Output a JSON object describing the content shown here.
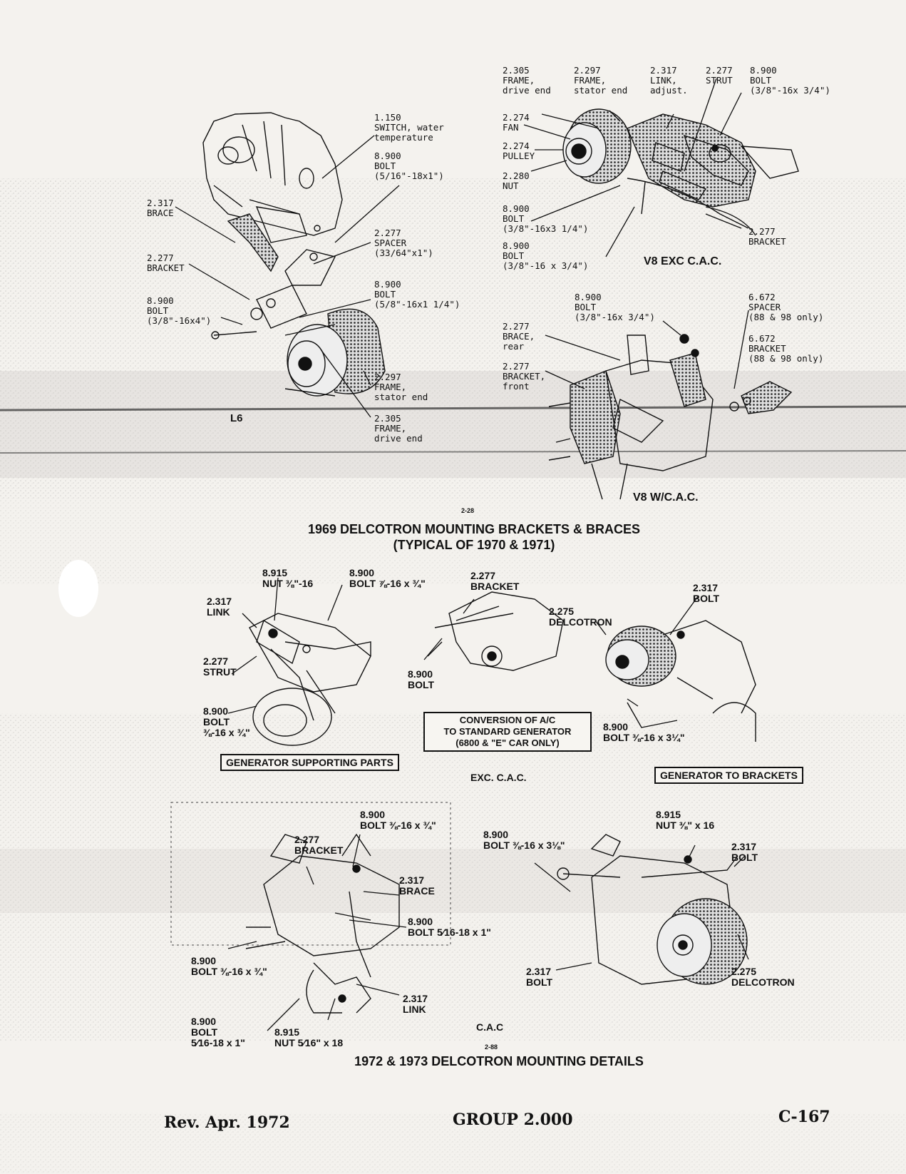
{
  "callouts_1969": [
    {
      "id": "c1150",
      "lines": [
        "1.150",
        "SWITCH, water",
        "temperature"
      ]
    },
    {
      "id": "c8900a",
      "lines": [
        "8.900",
        "BOLT",
        "(5/16\"-18x1\")"
      ]
    },
    {
      "id": "c2317brace",
      "lines": [
        "2.317",
        "BRACE"
      ]
    },
    {
      "id": "c2277spacer",
      "lines": [
        "2.277",
        "SPACER",
        "(33/64\"x1\")"
      ]
    },
    {
      "id": "c2277bracket",
      "lines": [
        "2.277",
        "BRACKET"
      ]
    },
    {
      "id": "c8900b",
      "lines": [
        "8.900",
        "BOLT",
        "(5/8\"-16x1 1/4\")"
      ]
    },
    {
      "id": "c8900c",
      "lines": [
        "8.900",
        "BOLT",
        "(3/8\"-16x4\")"
      ]
    },
    {
      "id": "c2297l",
      "lines": [
        "2.297",
        "FRAME,",
        "stator end"
      ]
    },
    {
      "id": "c2305l",
      "lines": [
        "2.305",
        "FRAME,",
        "drive end"
      ]
    },
    {
      "id": "v2305",
      "lines": [
        "2.305",
        "FRAME,",
        "drive end"
      ]
    },
    {
      "id": "v2297",
      "lines": [
        "2.297",
        "FRAME,",
        "stator end"
      ]
    },
    {
      "id": "v2317",
      "lines": [
        "2.317",
        "LINK,",
        "adjust."
      ]
    },
    {
      "id": "v2277strut",
      "lines": [
        "2.277",
        "STRUT"
      ]
    },
    {
      "id": "v8900top",
      "lines": [
        "8.900",
        "BOLT",
        "(3/8\"-16x 3/4\")"
      ]
    },
    {
      "id": "v2274fan",
      "lines": [
        "2.274",
        "FAN"
      ]
    },
    {
      "id": "v2274pul",
      "lines": [
        "2.274",
        "PULLEY"
      ]
    },
    {
      "id": "v2280",
      "lines": [
        "2.280",
        "NUT"
      ]
    },
    {
      "id": "v8900b1",
      "lines": [
        "8.900",
        "BOLT",
        "(3/8\"-16x3 1/4\")"
      ]
    },
    {
      "id": "v8900b2",
      "lines": [
        "8.900",
        "BOLT",
        "(3/8\"-16 x 3/4\")"
      ]
    },
    {
      "id": "v2277br",
      "lines": [
        "2.277",
        "BRACKET"
      ]
    },
    {
      "id": "w8900",
      "lines": [
        "8.900",
        "BOLT",
        "(3/8\"-16x 3/4\")"
      ]
    },
    {
      "id": "w6672sp",
      "lines": [
        "6.672",
        "SPACER",
        "(88 & 98 only)"
      ]
    },
    {
      "id": "w6672br",
      "lines": [
        "6.672",
        "BRACKET",
        "(88 & 98 only)"
      ]
    },
    {
      "id": "w2277brace",
      "lines": [
        "2.277",
        "BRACE,",
        "rear"
      ]
    },
    {
      "id": "w2277brk",
      "lines": [
        "2.277",
        "BRACKET,",
        "front"
      ]
    }
  ],
  "labels_1969": {
    "l6": "L6",
    "v8exc": "V8 EXC C.A.C.",
    "v8w": "V8 W/C.A.C."
  },
  "code_1969": "2-28",
  "title_1969": [
    "1969 DELCOTRON MOUNTING BRACKETS & BRACES",
    "(TYPICAL OF 1970 & 1971)"
  ],
  "callouts_1972": [
    {
      "id": "g8915",
      "lines": [
        "8.915",
        "NUT ⅜\"-16"
      ]
    },
    {
      "id": "g8900top",
      "lines": [
        "8.900",
        "BOLT ⅞-16 x ¾\""
      ]
    },
    {
      "id": "g2317link",
      "lines": [
        "2.317",
        "LINK"
      ]
    },
    {
      "id": "g2277strut",
      "lines": [
        "2.277",
        "STRUT"
      ]
    },
    {
      "id": "g8900bolt",
      "lines": [
        "8.900",
        "BOLT",
        "⅜-16 x ¾\""
      ]
    },
    {
      "id": "k2277",
      "lines": [
        "2.277",
        "BRACKET"
      ]
    },
    {
      "id": "k8900",
      "lines": [
        "8.900",
        "BOLT"
      ]
    },
    {
      "id": "b2275",
      "lines": [
        "2.275",
        "DELCOTRON"
      ]
    },
    {
      "id": "b2317",
      "lines": [
        "2.317",
        "BOLT"
      ]
    },
    {
      "id": "b8900",
      "lines": [
        "8.900",
        "BOLT ⅜-16 x 3¼\""
      ]
    },
    {
      "id": "e8900top",
      "lines": [
        "8.900",
        "BOLT ⅜-16 x ¾\""
      ]
    },
    {
      "id": "e2277",
      "lines": [
        "2.277",
        "BRACKET"
      ]
    },
    {
      "id": "e2317brace",
      "lines": [
        "2.317",
        "BRACE"
      ]
    },
    {
      "id": "e8900mid",
      "lines": [
        "8.900",
        "BOLT 5⁄16-18 x 1\""
      ]
    },
    {
      "id": "e8900left",
      "lines": [
        "8.900",
        "BOLT ⅜-16 x ¾\""
      ]
    },
    {
      "id": "e2317link",
      "lines": [
        "2.317",
        "LINK"
      ]
    },
    {
      "id": "e8900bot",
      "lines": [
        "8.900",
        "BOLT",
        "5⁄16-18 x 1\""
      ]
    },
    {
      "id": "e8915",
      "lines": [
        "8.915",
        "NUT 5⁄16\" x 18"
      ]
    },
    {
      "id": "c8900",
      "lines": [
        "8.900",
        "BOLT ⅜-16 x 3⅛\""
      ]
    },
    {
      "id": "c8915",
      "lines": [
        "8.915",
        "NUT ⅜\" x 16"
      ]
    },
    {
      "id": "c2317bolt",
      "lines": [
        "2.317",
        "BOLT"
      ]
    },
    {
      "id": "c2317low",
      "lines": [
        "2.317",
        "BOLT"
      ]
    },
    {
      "id": "c2275",
      "lines": [
        "2.275",
        "DELCOTRON"
      ]
    }
  ],
  "boxes_1972": {
    "supporting": "GENERATOR SUPPORTING PARTS",
    "conversion": [
      "CONVERSION OF A/C",
      "TO STANDARD GENERATOR",
      "(6800 & \"E\" CAR ONLY)"
    ],
    "to_brackets": "GENERATOR TO BRACKETS"
  },
  "labels_1972": {
    "exc": "EXC. C.A.C.",
    "cac": "C.A.C"
  },
  "code_1972": "2-88",
  "title_1972": "1972 & 1973 DELCOTRON MOUNTING DETAILS",
  "footer": {
    "rev": "Rev. Apr. 1972",
    "group": "GROUP 2.000",
    "page": "C-167"
  }
}
